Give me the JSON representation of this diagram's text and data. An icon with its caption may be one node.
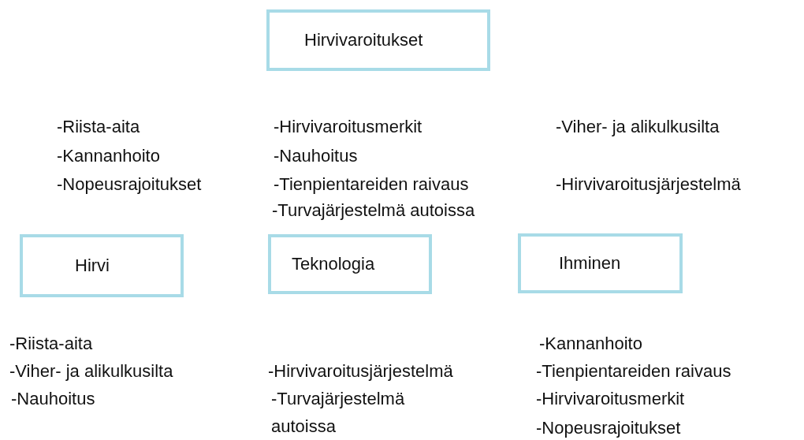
{
  "diagram": {
    "nodes": [
      {
        "text": [
          "Hirvivaroitukset"
        ]
      },
      {
        "text": [
          "Hirvi"
        ]
      },
      {
        "text": [
          "Teknologia"
        ]
      },
      {
        "text": [
          "Ihminen"
        ]
      }
    ],
    "labels": [
      "-Riista-aita",
      "-Kannanhoito",
      "-Nopeusrajoitukset",
      "-Hirvivaroitusmerkit",
      "-Nauhoitus",
      "-Tienpientareiden raivaus",
      "-Turvajärjestelmä autoissa",
      "-Viher- ja alikulkusilta",
      "-Hirvivaroitusjärjestelmä",
      "-Riista-aita",
      "-Viher- ja alikulkusilta",
      "-Nauhoitus",
      "-Hirvivaroitusjärjestelmä",
      "-Turvajärjestelmä autoissa",
      "-Kannanhoito",
      "-Tienpientareiden raivaus",
      "-Hirvivaroitusmerkit",
      "-Nopeusrajoitukset"
    ]
  }
}
